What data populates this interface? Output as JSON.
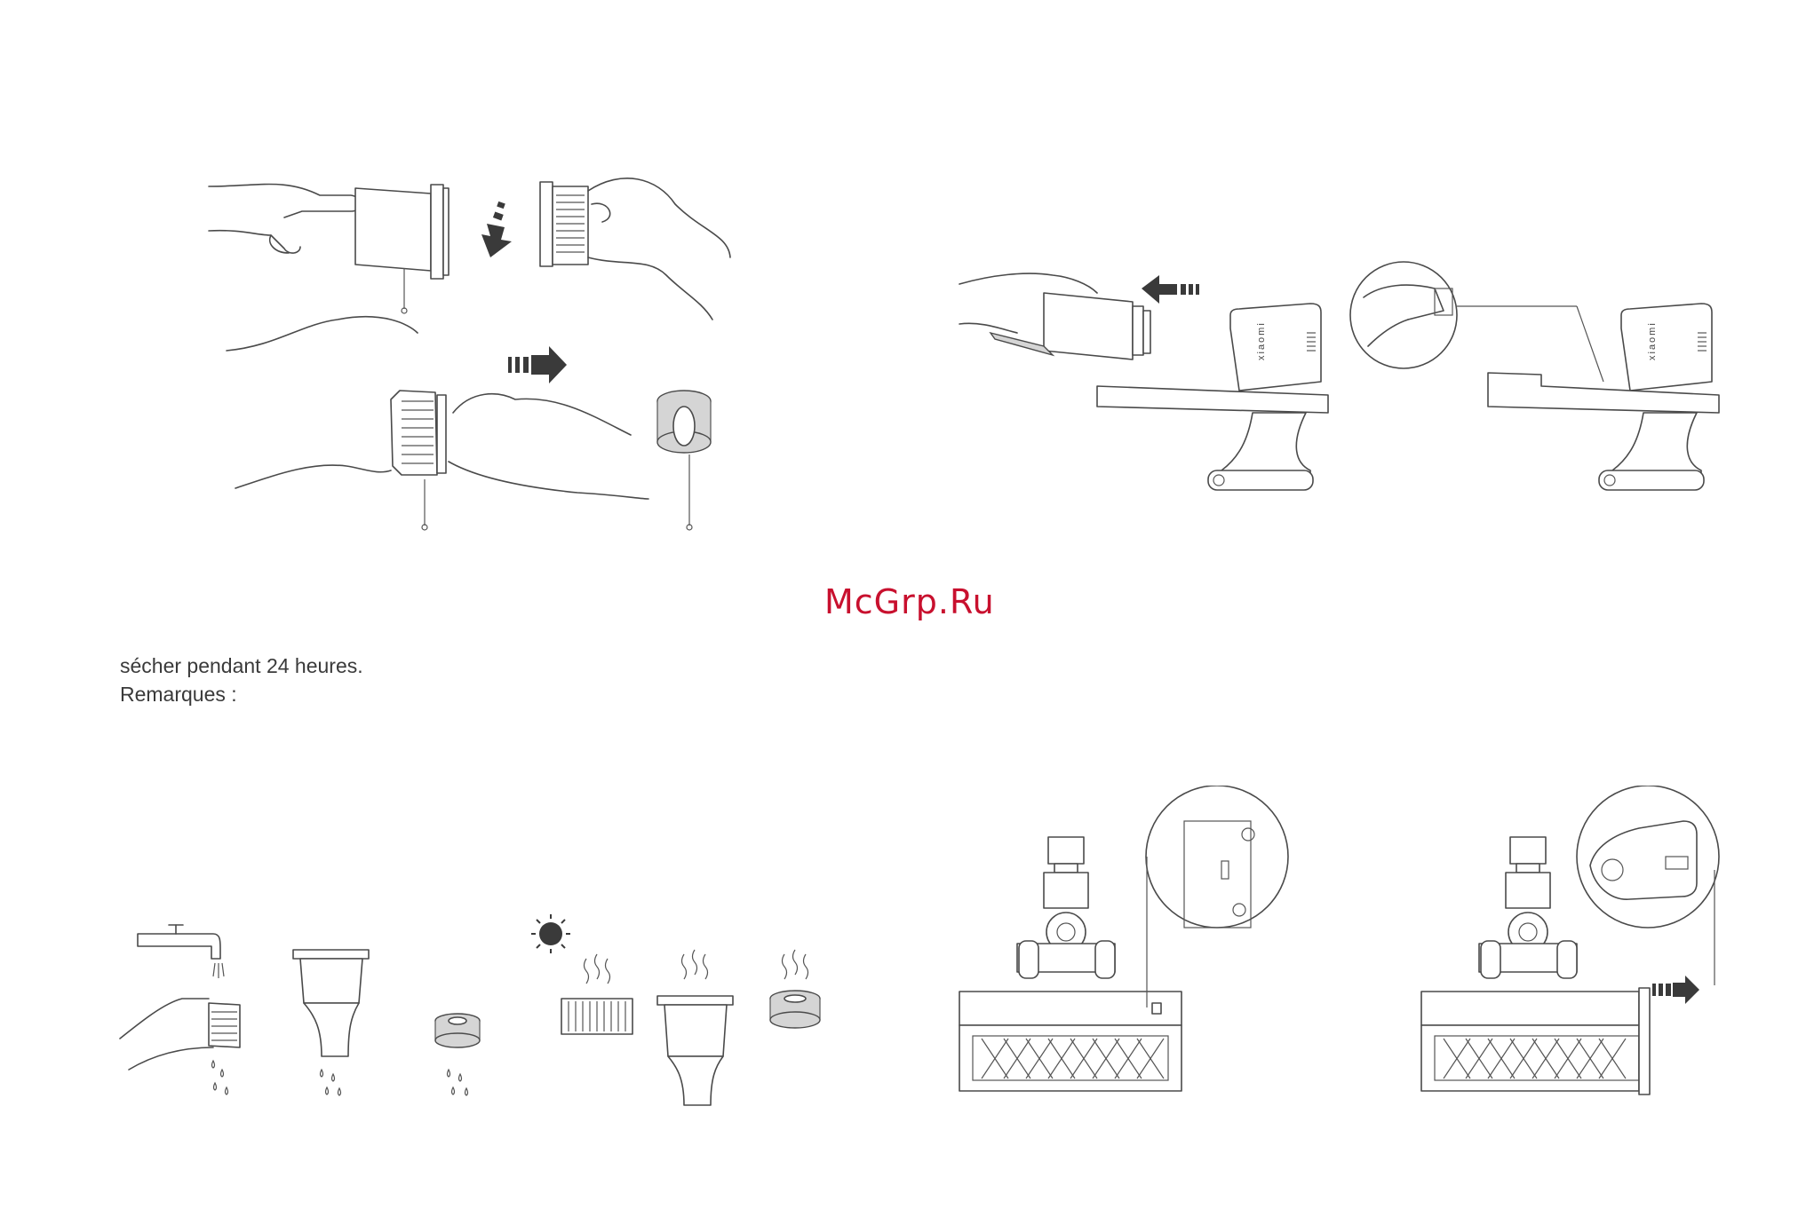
{
  "watermark": {
    "text": "McGrp.Ru",
    "color": "#c8102e"
  },
  "text": {
    "line1": "sécher pendant 24 heures.",
    "line2": "Remarques :"
  },
  "product": {
    "brand": "xiaomi"
  },
  "icons": [
    "hand-icon",
    "arrow-down-icon",
    "arrow-right-icon",
    "faucet-icon",
    "sun-icon",
    "steam-icon",
    "water-drops-icon"
  ]
}
